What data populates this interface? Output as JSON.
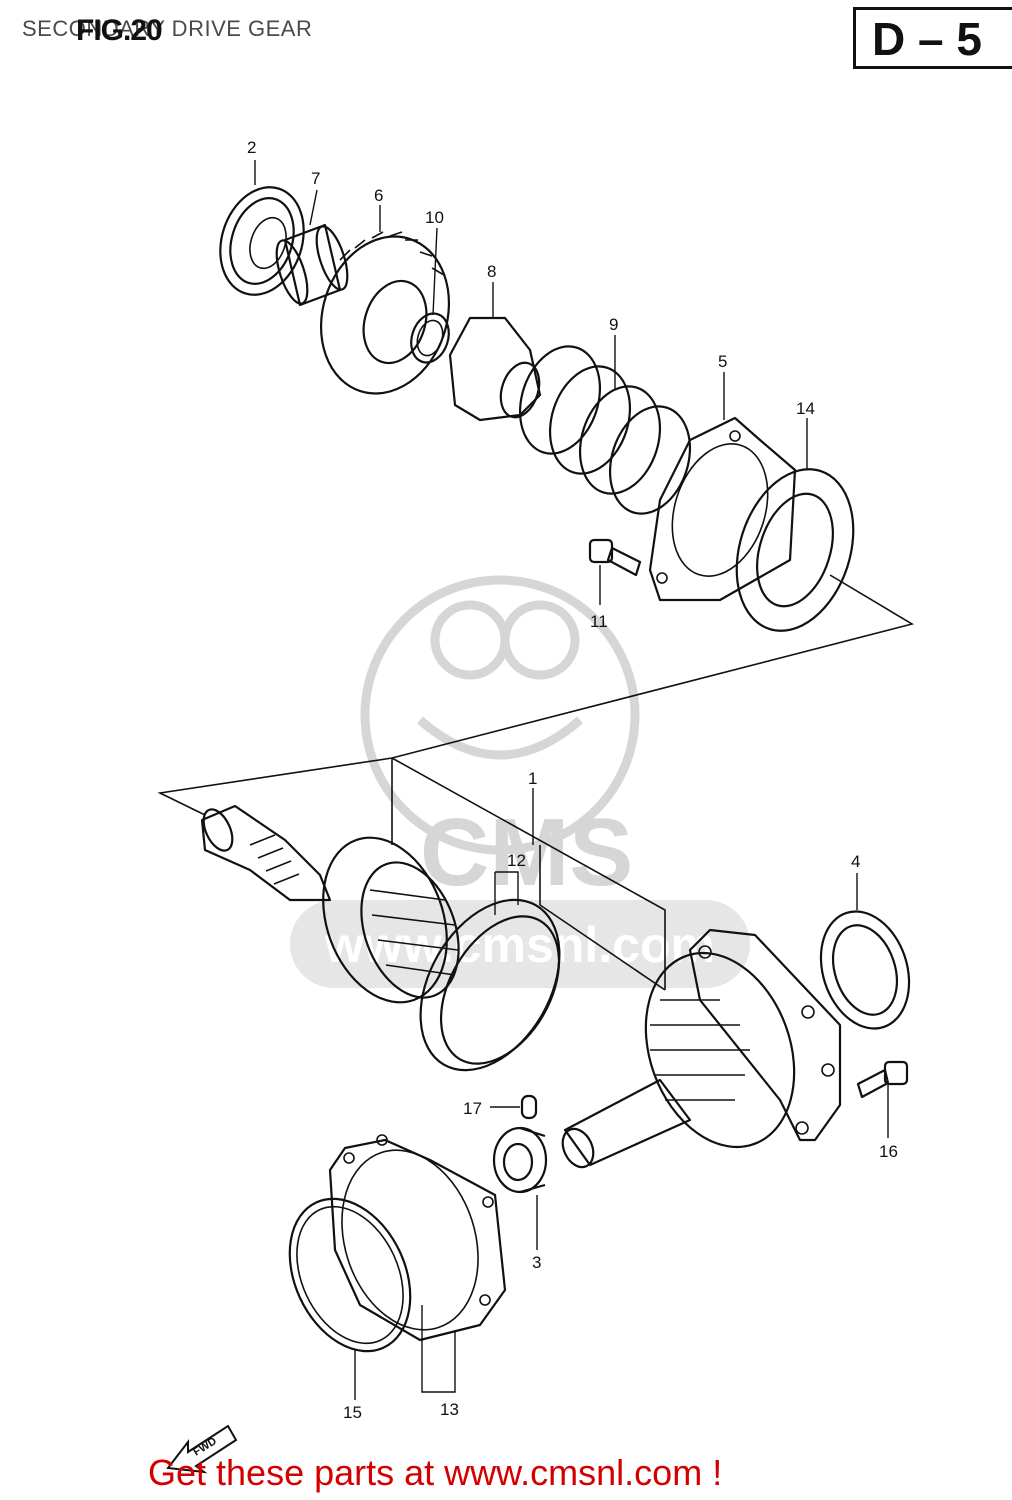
{
  "header": {
    "title": "SECONDARY DRIVE GEAR",
    "fig_label": "FIG.20",
    "section_code": "D – 5"
  },
  "watermark": {
    "brand": "CMS",
    "url": "www.cmsnl.com"
  },
  "callouts": {
    "c1": "1",
    "c2": "2",
    "c3": "3",
    "c4": "4",
    "c5": "5",
    "c6": "6",
    "c7": "7",
    "c8": "8",
    "c9": "9",
    "c10": "10",
    "c11": "11",
    "c12": "12",
    "c13": "13",
    "c14": "14",
    "c15": "15",
    "c16": "16",
    "c17": "17"
  },
  "fwd_arrow": "FWD",
  "footer": {
    "text": "Get these parts at www.cmsnl.com !",
    "color": "#d40000"
  }
}
